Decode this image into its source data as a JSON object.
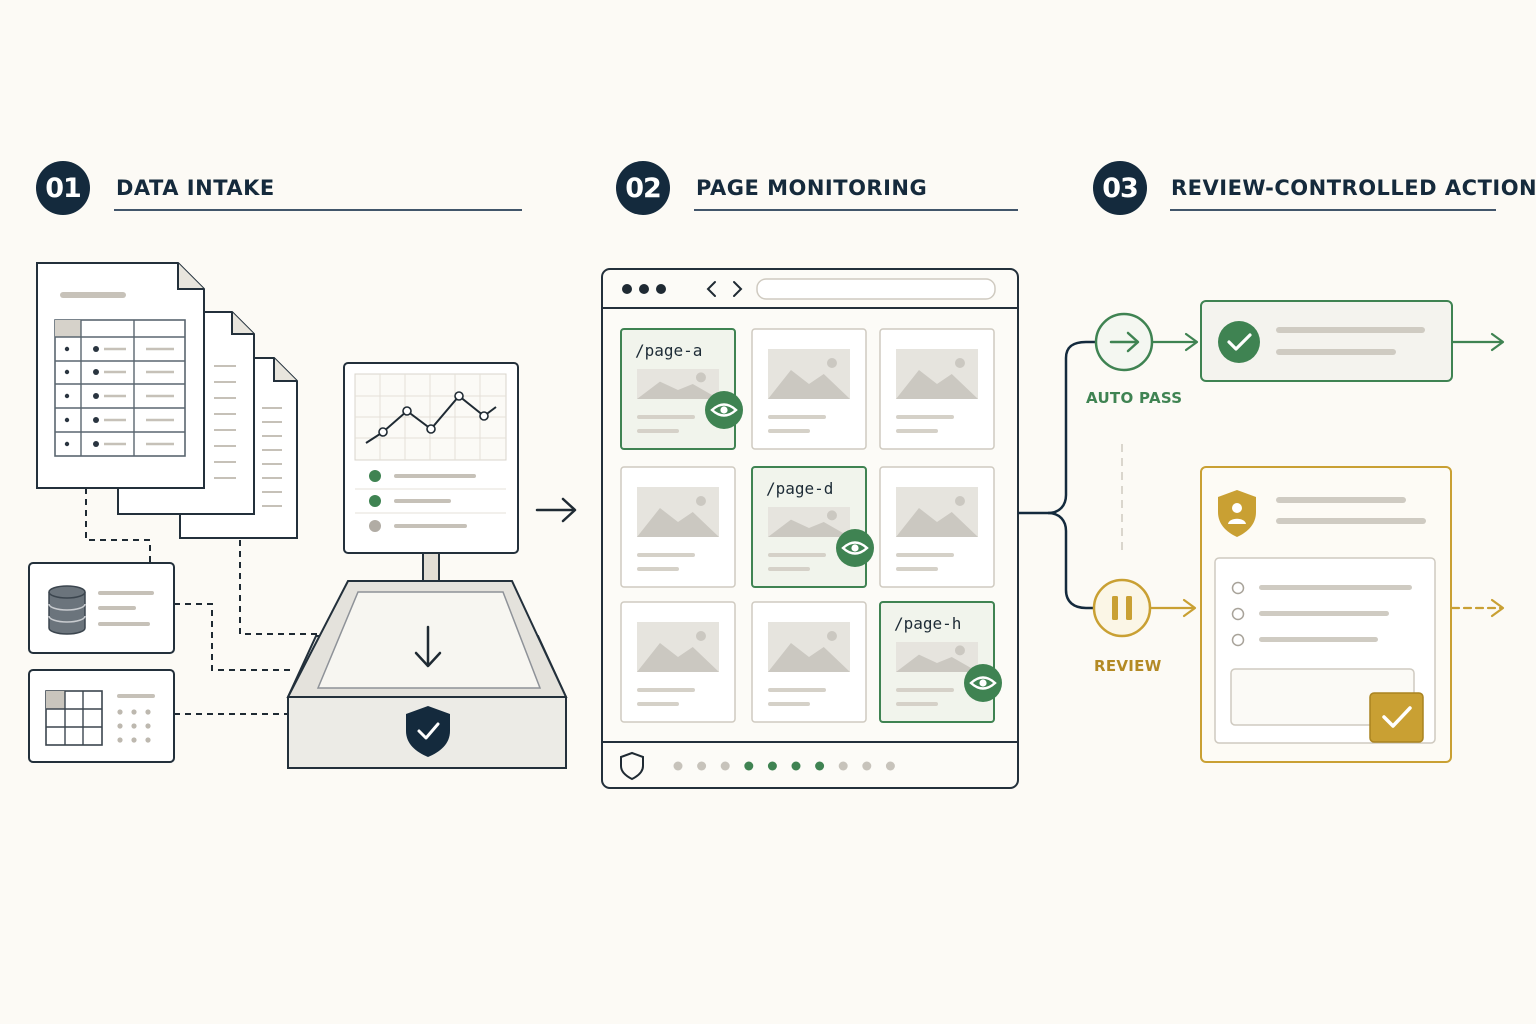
{
  "steps": [
    {
      "number": "01",
      "title": "DATA INTAKE"
    },
    {
      "number": "02",
      "title": "PAGE MONITORING"
    },
    {
      "number": "03",
      "title": "REVIEW-CONTROLLED ACTIONS"
    }
  ],
  "monitoring": {
    "tiles": [
      {
        "label": "/page-a",
        "watched": true
      },
      {
        "label": "",
        "watched": false
      },
      {
        "label": "",
        "watched": false
      },
      {
        "label": "",
        "watched": false
      },
      {
        "label": "/page-d",
        "watched": true
      },
      {
        "label": "",
        "watched": false
      },
      {
        "label": "",
        "watched": false
      },
      {
        "label": "",
        "watched": false
      },
      {
        "label": "/page-h",
        "watched": true
      }
    ],
    "status_dots": [
      "idle",
      "idle",
      "idle",
      "active",
      "active",
      "active",
      "active",
      "idle",
      "idle",
      "idle"
    ]
  },
  "routes": {
    "auto": {
      "label": "AUTO PASS"
    },
    "review": {
      "label": "REVIEW"
    }
  },
  "icons": {
    "intake": [
      "document-icon",
      "database-icon",
      "grid-icon",
      "chart-icon",
      "shield-check-icon",
      "down-arrow-icon"
    ],
    "monitoring": [
      "eye-icon",
      "image-placeholder-icon",
      "shield-icon",
      "chevron-left-icon",
      "chevron-right-icon"
    ],
    "actions": [
      "arrow-right-icon",
      "pause-icon",
      "check-circle-icon",
      "user-shield-icon",
      "checkbox-icon"
    ]
  },
  "colors": {
    "navy": "#142a3d",
    "green": "#3f8352",
    "gold": "#c9a033",
    "paper": "#fcfaf5",
    "card": "#f5f3ec",
    "line": "#cfcac0"
  }
}
